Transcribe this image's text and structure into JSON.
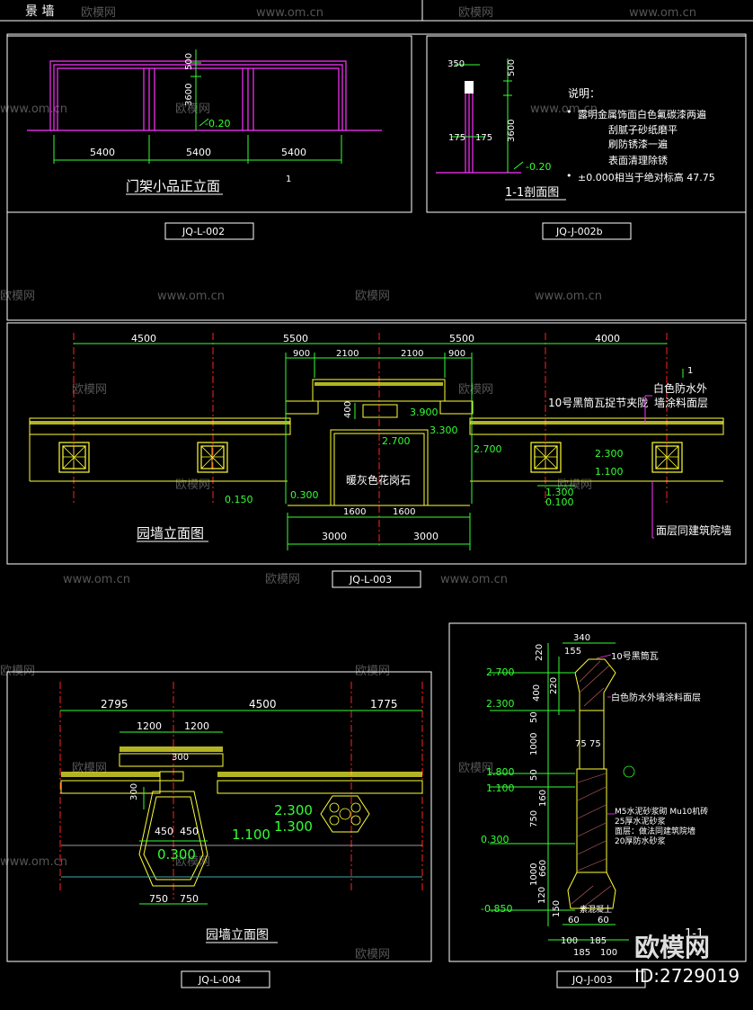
{
  "header": {
    "title": "景  墙"
  },
  "watermarks": {
    "brand": "欧模网",
    "url": "www.om.cn"
  },
  "panels": {
    "p1": {
      "title": "门架小品正立面",
      "code": "JQ-L-002",
      "mark": "1",
      "dims": [
        "5400",
        "5400",
        "5400"
      ],
      "vdims": [
        "500",
        "3600"
      ],
      "level": "-0.20"
    },
    "p2": {
      "title": "1-1剖面图",
      "code": "JQ-J-002b",
      "dims": [
        "350",
        "500",
        "175",
        "175",
        "3600"
      ],
      "level": "-0.20",
      "notes_title": "说明：",
      "notes": [
        "露明金属饰面白色氟碳漆两遍",
        "刮腻子砂纸磨平",
        "刷防锈漆一遍",
        "表面清理除锈",
        "±0.000相当于绝对标高    47.75"
      ]
    },
    "p3": {
      "title": "园墙立面图",
      "code": "JQ-L-003",
      "top_dims": [
        "4500",
        "5500",
        "5500",
        "4000"
      ],
      "mid_dims": [
        "900",
        "2100",
        "2100",
        "900"
      ],
      "levels": [
        "3.900",
        "3.300",
        "2.700",
        "2.700",
        "2.300",
        "1.100",
        "1.300",
        "0.100",
        "0.150",
        "0.300"
      ],
      "bottom_dims": [
        "1600",
        "1600",
        "3000",
        "3000"
      ],
      "vdim": "400",
      "mark": "1",
      "labels": [
        "白色防水外",
        "10号黑筒瓦捉节夹陇",
        "墙涂料面层",
        "暖灰色花岗石",
        "面层同建筑院墙"
      ]
    },
    "p4": {
      "title": "园墙立面图",
      "code": "JQ-L-004",
      "top_dims": [
        "2795",
        "4500",
        "1775"
      ],
      "mid_dims": [
        "1200",
        "1200",
        "300"
      ],
      "side_dim": "300",
      "levels": [
        "2.300",
        "1.300",
        "1.100",
        "0.300"
      ],
      "inner_dims": [
        "450",
        "450",
        "750",
        "750"
      ]
    },
    "p5": {
      "title": "1-1",
      "code": "JQ-J-003",
      "top_dims": [
        "340",
        "155"
      ],
      "vdims": [
        "220",
        "220",
        "400",
        "50",
        "1000",
        "50",
        "160",
        "750",
        "1000",
        "660",
        "120",
        "150"
      ],
      "levels": [
        "2.700",
        "2.300",
        "1.800",
        "1.100",
        "0.300",
        "-0.850"
      ],
      "width_dims": [
        "75",
        "75"
      ],
      "bottom_dims": [
        "60",
        "60",
        "100",
        "185",
        "185",
        "100"
      ],
      "labels": [
        "10号黑筒瓦",
        "白色防水外墙涂料面层",
        "M5水泥砂浆砌 Mu10机砖",
        "25厚水泥砂浆",
        "面层：做法同建筑院墙",
        "20厚防水砂浆",
        "素混凝土"
      ]
    }
  },
  "badge": {
    "brand": "欧模网",
    "id": "ID:2729019"
  },
  "colors": {
    "bg": "#000000",
    "frame": "#ffffff",
    "dim": "#33ff33",
    "wall": "#ffff33",
    "steel": "#ff33ff",
    "axis": "#ff2222",
    "note": "#ff33ff"
  }
}
